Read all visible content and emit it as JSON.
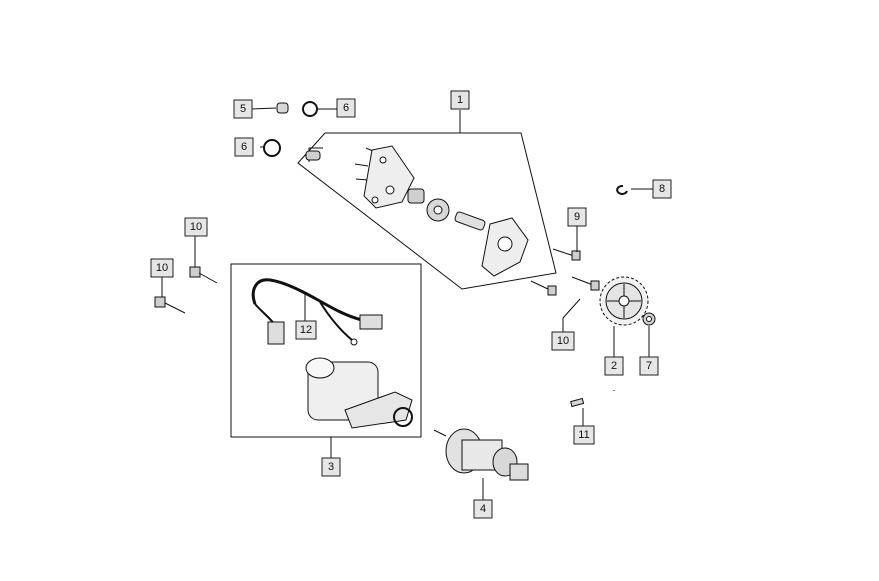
{
  "callouts": [
    {
      "id": "1",
      "label": "1"
    },
    {
      "id": "2",
      "label": "2"
    },
    {
      "id": "3",
      "label": "3"
    },
    {
      "id": "4",
      "label": "4"
    },
    {
      "id": "5",
      "label": "5"
    },
    {
      "id": "6a",
      "label": "6"
    },
    {
      "id": "6b",
      "label": "6"
    },
    {
      "id": "7",
      "label": "7"
    },
    {
      "id": "8",
      "label": "8"
    },
    {
      "id": "9",
      "label": "9"
    },
    {
      "id": "10a",
      "label": "10"
    },
    {
      "id": "10b",
      "label": "10"
    },
    {
      "id": "10c",
      "label": "10"
    },
    {
      "id": "11",
      "label": "11"
    },
    {
      "id": "12",
      "label": "12"
    }
  ]
}
